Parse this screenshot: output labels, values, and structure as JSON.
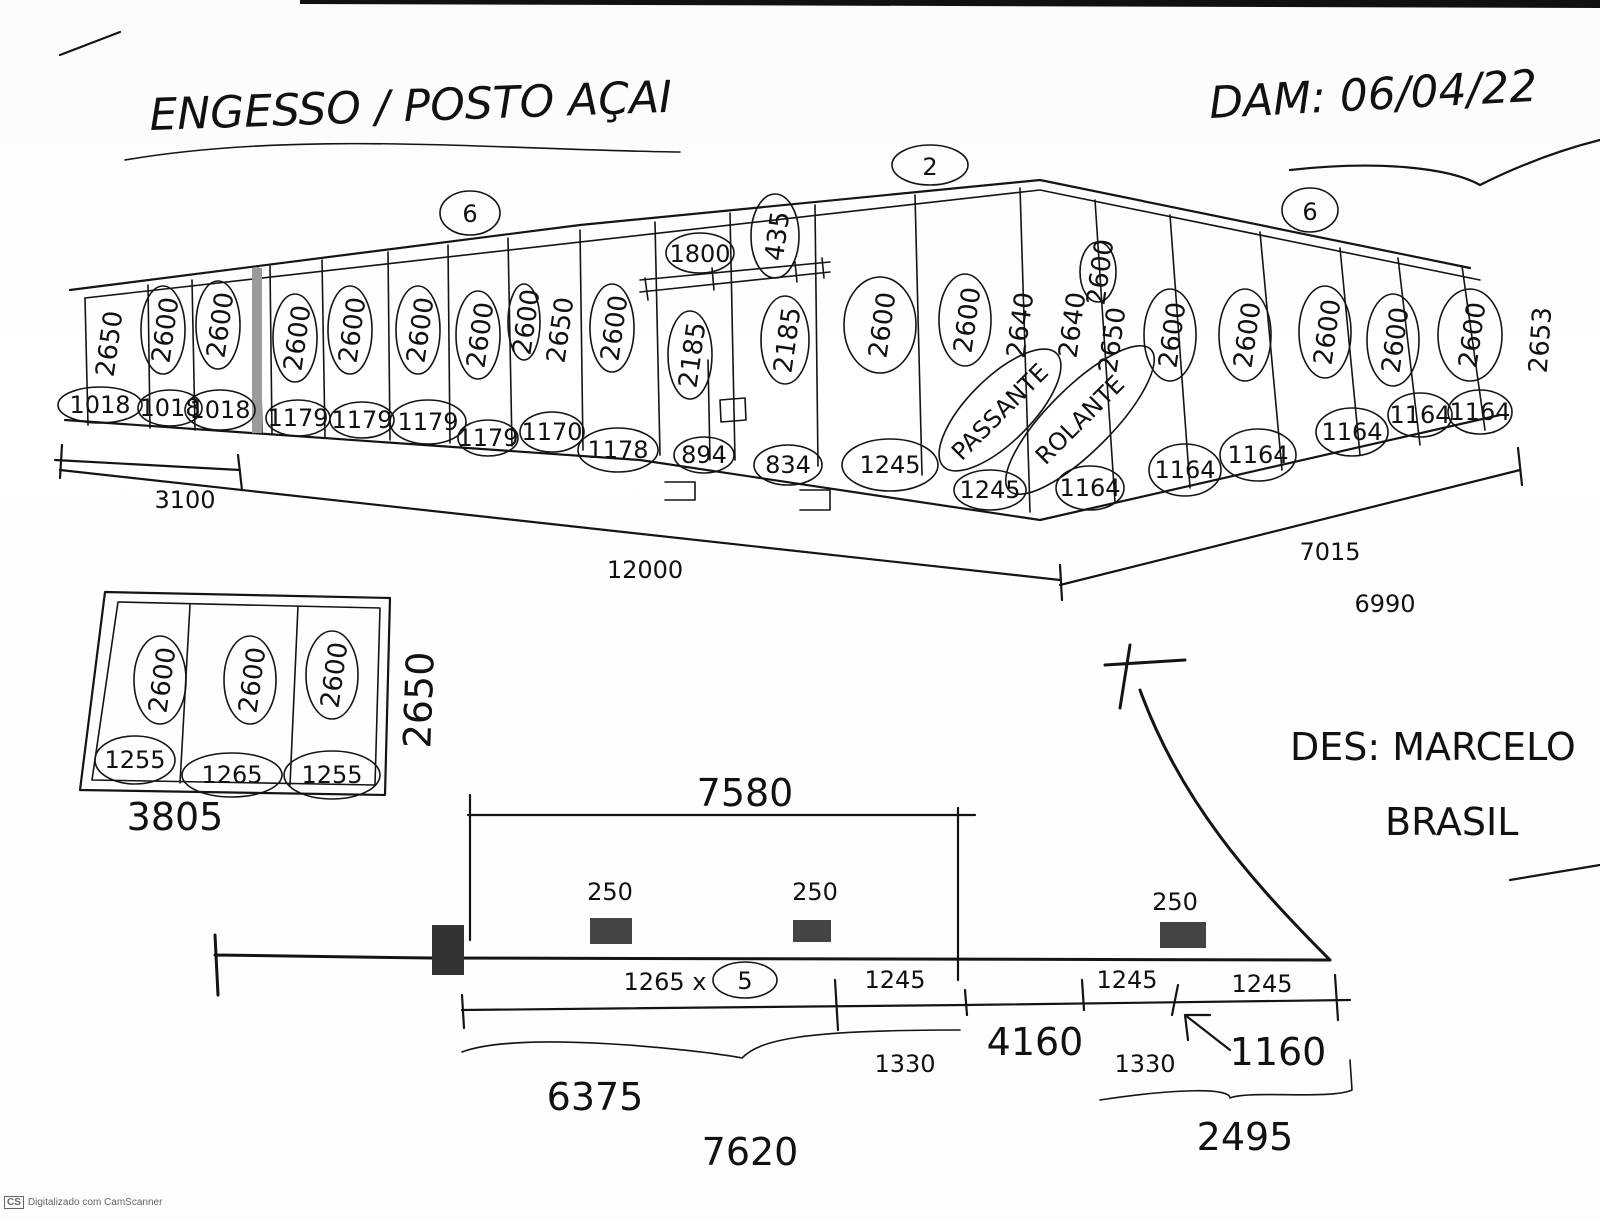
{
  "header": {
    "title": "ENGESSO / POSTO AÇAI",
    "date": "DAM: 06/04/22"
  },
  "author": {
    "line1": "DES: MARCELO",
    "line2": "BRASIL"
  },
  "main_elevation": {
    "count_left": "6",
    "count_center": "2",
    "count_right": "6",
    "panel_heights": [
      "2650",
      "2600",
      "2600",
      "2600",
      "2600",
      "2600",
      "2600",
      "2600",
      "2650",
      "2600",
      "2185",
      "2185",
      "435",
      "1800",
      "2600",
      "2600",
      "2640",
      "2640",
      "2600",
      "2650",
      "2600",
      "2600",
      "2600",
      "2600",
      "2600",
      "2653"
    ],
    "panel_widths": [
      "1018",
      "1018",
      "1018",
      "1179",
      "1179",
      "1179",
      "1179",
      "1170",
      "1178",
      "894",
      "834",
      "1245",
      "1245",
      "1164",
      "1164",
      "1164",
      "1164",
      "1164",
      "1164"
    ],
    "notes": [
      "PASSANTE",
      "ROLANTE"
    ],
    "dim_left": "3100",
    "dim_center": "12000",
    "dim_right": "7015",
    "dim_right_alt": "6990"
  },
  "small_elevation": {
    "heights": [
      "2600",
      "2600",
      "2600"
    ],
    "widths": [
      "1255",
      "1265",
      "1255"
    ],
    "side": "2650",
    "bottom": "3805"
  },
  "plan": {
    "top_dim": "7580",
    "posts": [
      "250",
      "250",
      "250"
    ],
    "seg_a": "1265 x",
    "seg_a_count": "5",
    "seg_b": "1245",
    "seg_c": "1245",
    "seg_d": "1245",
    "sub_a": "1330",
    "sub_b": "1330",
    "big_a": "4160",
    "big_b": "1160",
    "total_a": "6375",
    "total_b": "7620",
    "total_c": "2495"
  },
  "footer": {
    "badge": "CS",
    "text": "Digitalizado com CamScanner"
  }
}
